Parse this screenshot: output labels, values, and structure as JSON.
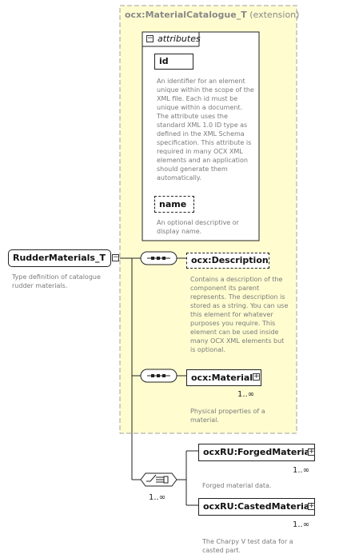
{
  "extension_group": {
    "type_name": "ocx:MaterialCatalogue_T",
    "extension_label": "(extension)"
  },
  "attributes": {
    "label": "attributes",
    "id": {
      "name": "id",
      "description": "An identifier for an element unique within the scope of the XML file. Each id must be unique within a document. The attribute uses the standard XML 1.0 ID type as defined in the XML Schema specification. This attribute is required in many OCX XML elements and an application should generate them automatically."
    },
    "name": {
      "name": "name",
      "description": "An optional descriptive or display name."
    }
  },
  "root": {
    "name": "RudderMaterials_T",
    "description": "Type definition of catalogue rudder materials."
  },
  "elements": {
    "description": {
      "name": "ocx:Description",
      "description": "Contains a description of the component its parent represents. The description is stored as a string. You can use this element for whatever purposes you require. This element can be used inside many OCX XML elements but is optional."
    },
    "material": {
      "name": "ocx:Material",
      "multiplicity": "1..∞",
      "description": "Physical properties of a material."
    },
    "choice": {
      "multiplicity": "1..∞"
    },
    "forged": {
      "name": "ocxRU:ForgedMaterial",
      "multiplicity": "1..∞",
      "description": "Forged material data."
    },
    "casted": {
      "name": "ocxRU:CastedMaterial",
      "multiplicity": "1..∞",
      "description": "The Charpy V test data for a casted part."
    }
  },
  "colors": {
    "extension_fill": "#fffdd0",
    "extension_border": "#a0a0a0",
    "line": "#222222",
    "note_text": "#7a7a7a"
  }
}
